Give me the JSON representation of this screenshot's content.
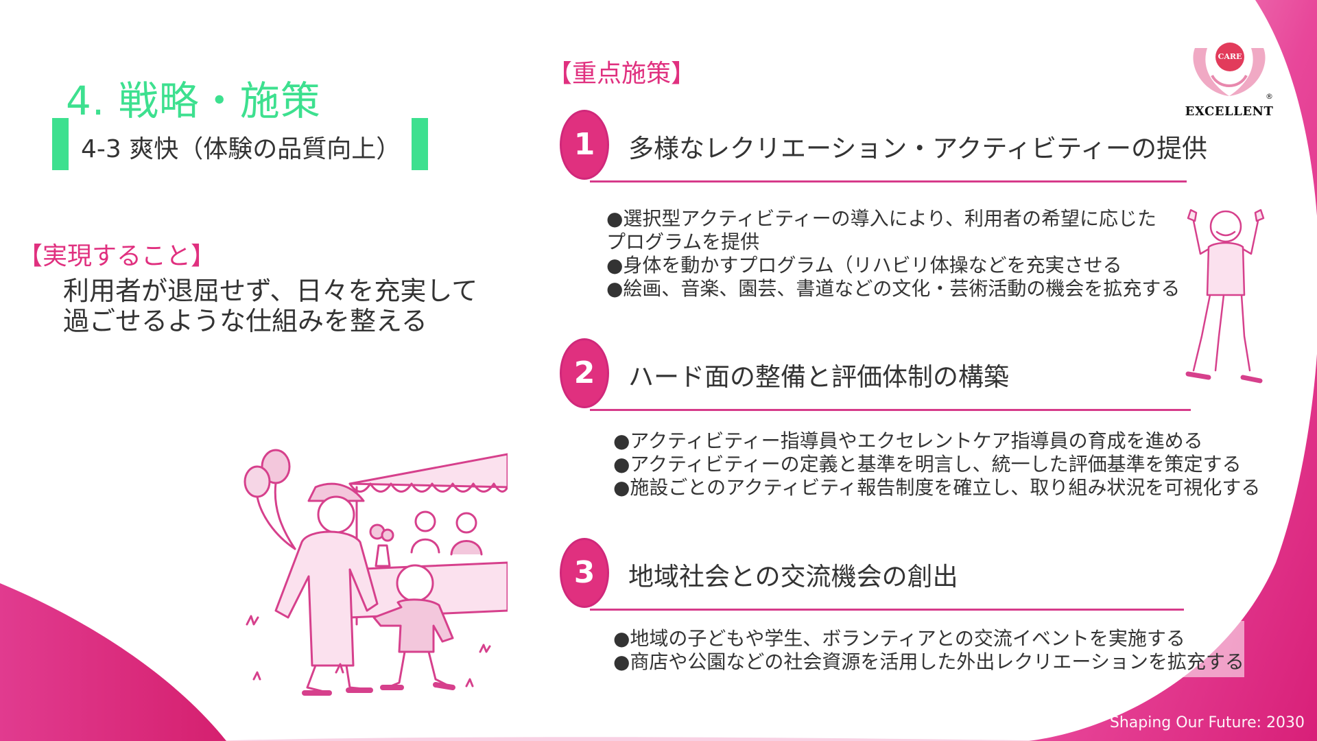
{
  "header": {
    "section_title": "4. 戦略・施策",
    "subtitle": "4-3  爽快（体験の品質向上）"
  },
  "realize": {
    "label": "【実現すること】",
    "lines": [
      "利用者が退屈せず、日々を充実して",
      "過ごせるような仕組みを整える"
    ]
  },
  "focus": {
    "label": "【重点施策】",
    "items": [
      {
        "number": "1",
        "title": "多様なレクリエーション・アクティビティーの提供",
        "bullets": [
          "●選択型アクティビティーの導入により、利用者の希望に応じた",
          "プログラムを提供",
          "●身体を動かすプログラム（リハビリ体操などを充実させる",
          "●絵画、音楽、園芸、書道などの文化・芸術活動の機会を拡充する"
        ]
      },
      {
        "number": "2",
        "title": "ハード面の整備と評価体制の構築",
        "bullets": [
          "●アクティビティー指導員やエクセレントケア指導員の育成を進める",
          "●アクティビティーの定義と基準を明言し、統一した評価基準を策定する",
          "●施設ごとのアクティビティ報告制度を確立し、取り組み状況を可視化する"
        ]
      },
      {
        "number": "3",
        "title": "地域社会との交流機会の創出",
        "bullets": [
          "●地域の子どもや学生、ボランティアとの交流イベントを実施する",
          "●商店や公園などの社会資源を活用した外出レクリエーションを拡充する"
        ]
      }
    ]
  },
  "logo": {
    "badge": "CARE",
    "word": "EXCELLENT",
    "reg": "®"
  },
  "footer": "Shaping Our Future: 2030",
  "colors": {
    "accent_pink": "#e0307f",
    "accent_green": "#3de08f",
    "text": "#333333"
  }
}
